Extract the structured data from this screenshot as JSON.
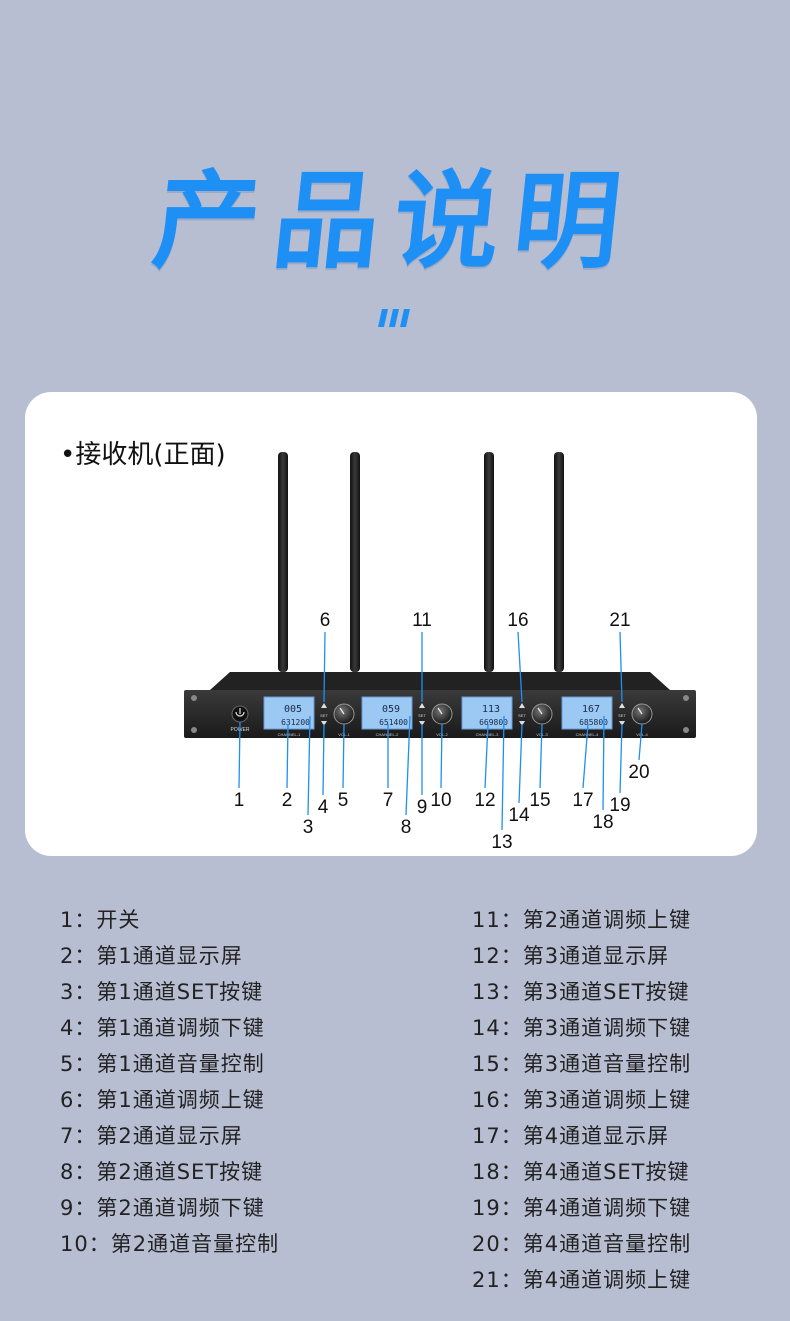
{
  "title": "产品说明",
  "card": {
    "subtitle": "•接收机(正面)"
  },
  "device": {
    "power_label": "POWER",
    "channels": [
      {
        "name": "CHANNEL-1",
        "vol": "VOL-1",
        "lcd_top": "005",
        "lcd_freq": "631200"
      },
      {
        "name": "CHANNEL-2",
        "vol": "VOL-2",
        "lcd_top": "059",
        "lcd_freq": "651400"
      },
      {
        "name": "CHANNEL-3",
        "vol": "VOL-3",
        "lcd_top": "113",
        "lcd_freq": "669800"
      },
      {
        "name": "CHANNEL-4",
        "vol": "VOL-4",
        "lcd_top": "167",
        "lcd_freq": "685800"
      }
    ],
    "set_label": "SET"
  },
  "callouts": [
    "1",
    "2",
    "3",
    "4",
    "5",
    "6",
    "7",
    "8",
    "9",
    "10",
    "11",
    "12",
    "13",
    "14",
    "15",
    "16",
    "17",
    "18",
    "19",
    "20",
    "21"
  ],
  "legend_left": [
    "1：开关",
    "2：第1通道显示屏",
    "3：第1通道SET按键",
    "4：第1通道调频下键",
    "5：第1通道音量控制",
    "6：第1通道调频上键",
    "7：第2通道显示屏",
    "8：第2通道SET按键",
    "9：第2通道调频下键",
    "10：第2通道音量控制"
  ],
  "legend_right": [
    "11：第2通道调频上键",
    "12：第3通道显示屏",
    "13：第3通道SET按键",
    "14：第3通道调频下键",
    "15：第3通道音量控制",
    "16：第3通道调频上键",
    "17：第4通道显示屏",
    "18：第4通道SET按键",
    "19：第4通道调频下键",
    "20：第4通道音量控制",
    "21：第4通道调频上键"
  ],
  "colors": {
    "background": "#b8bed2",
    "accent": "#1e8ff5",
    "lcd": "#9cc8f4"
  }
}
